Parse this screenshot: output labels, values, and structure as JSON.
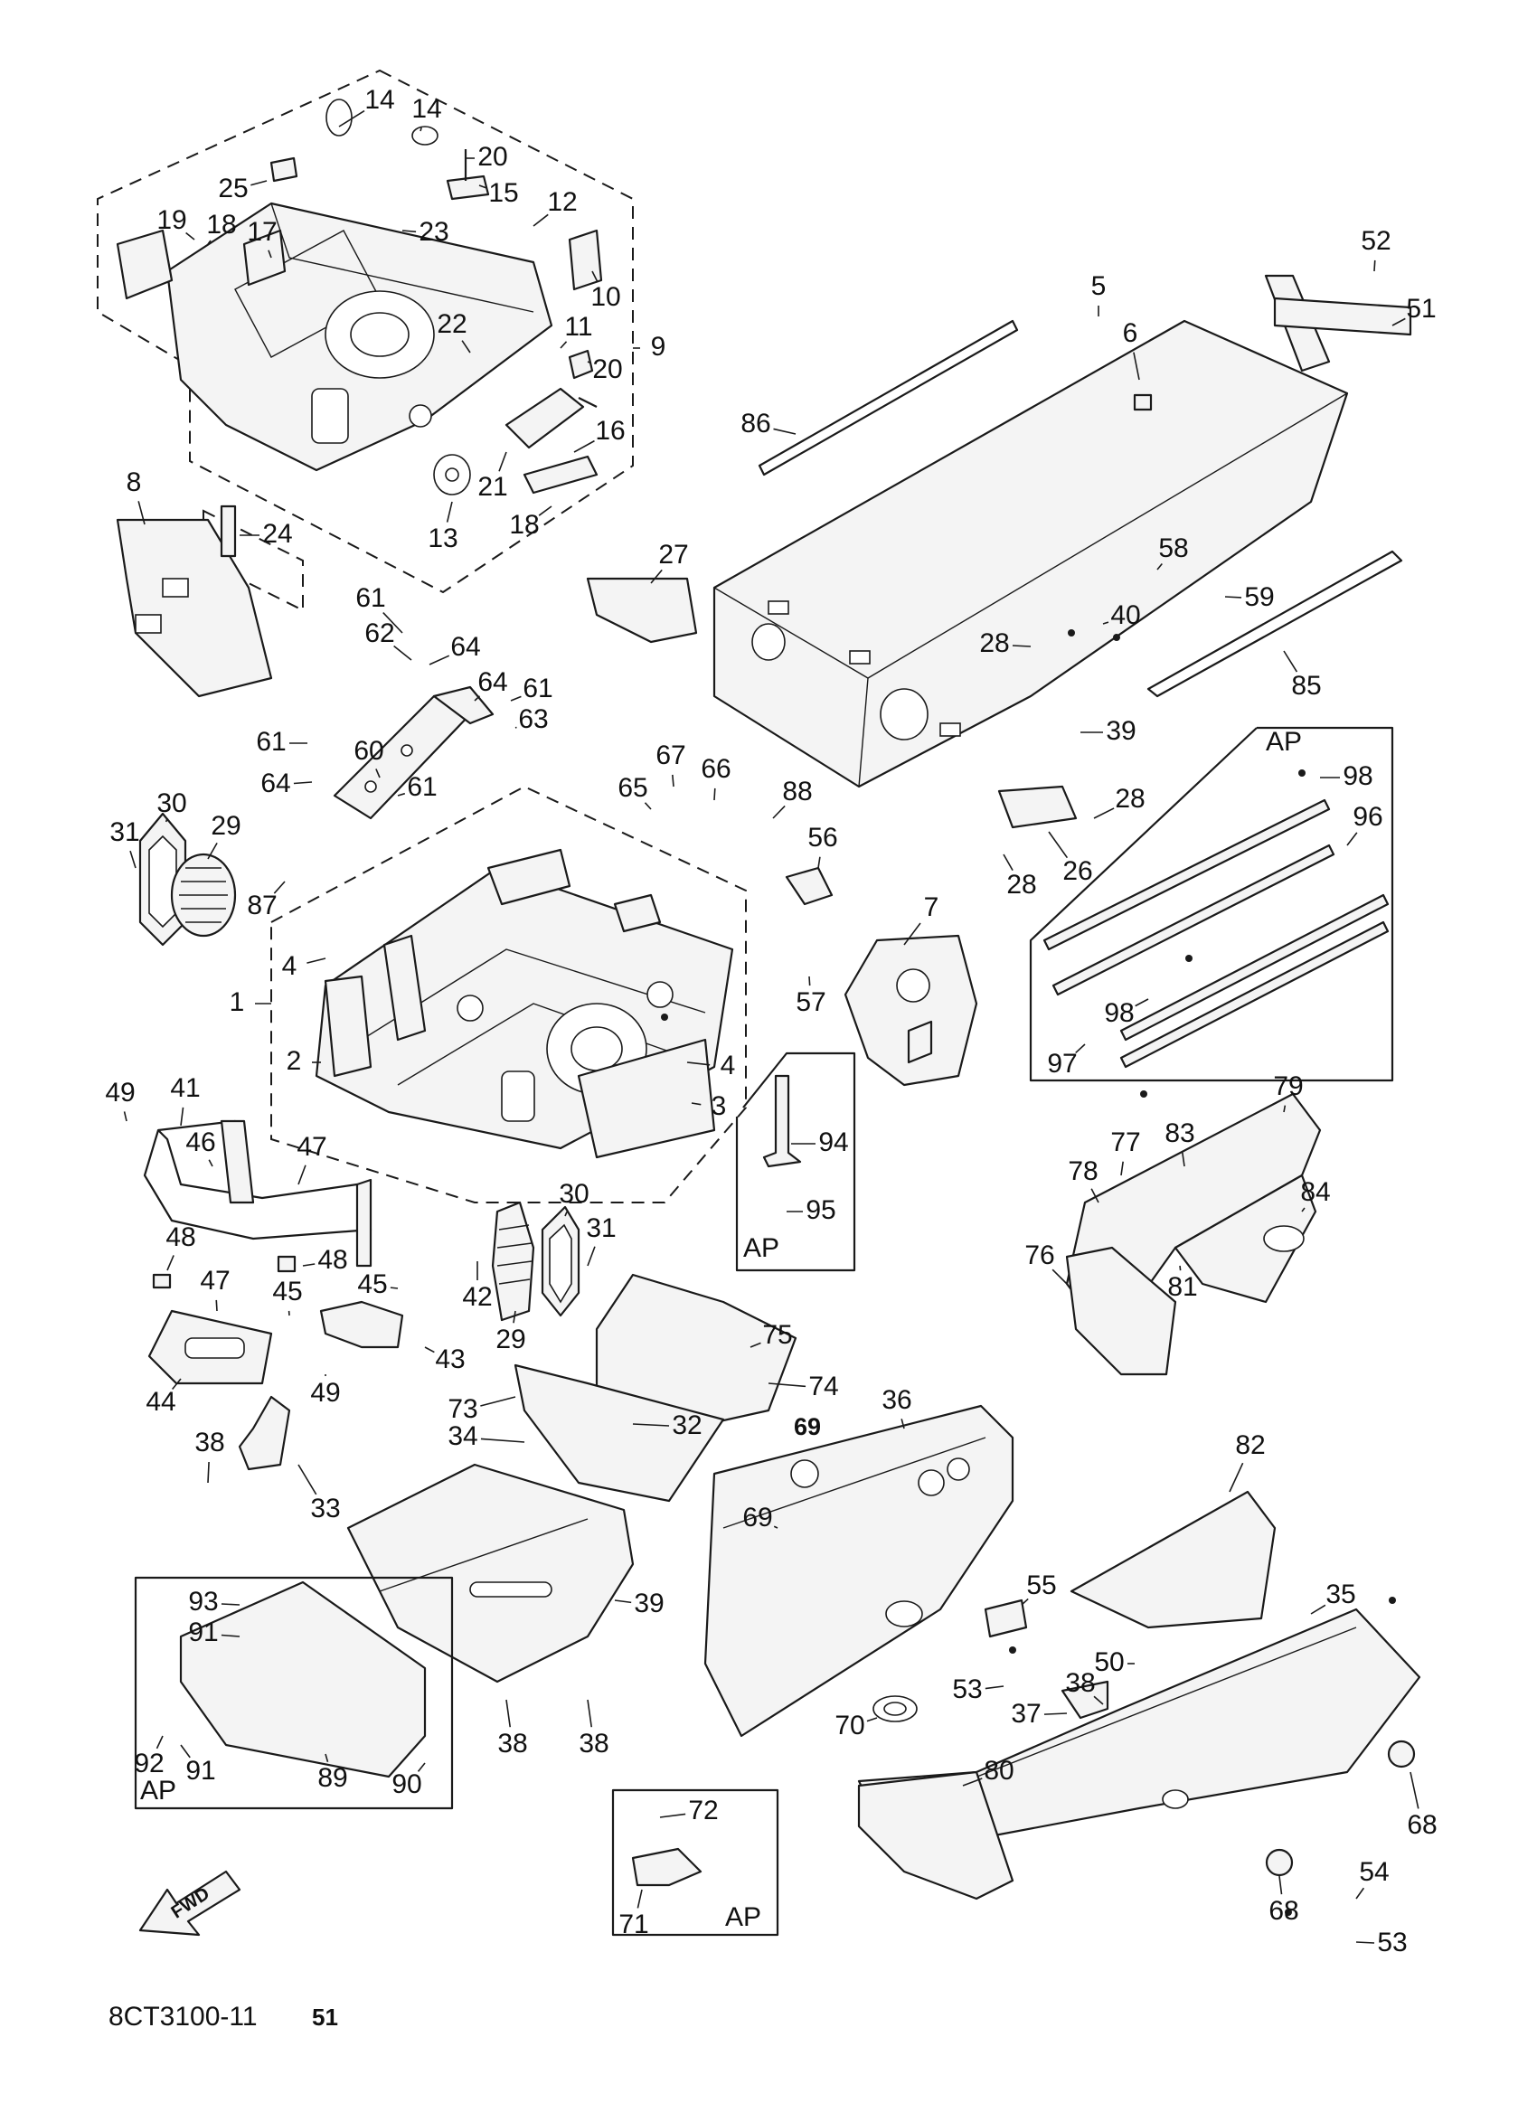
{
  "diagram_code": "8CT3100-11",
  "page_number": "51",
  "fwd_label": "FWD",
  "ap_labels": [
    "AP",
    "AP",
    "AP",
    "AP"
  ],
  "callouts": [
    {
      "id": "c1",
      "text": "1"
    },
    {
      "id": "c2",
      "text": "2"
    },
    {
      "id": "c3",
      "text": "3"
    },
    {
      "id": "c4a",
      "text": "4"
    },
    {
      "id": "c4b",
      "text": "4"
    },
    {
      "id": "c5",
      "text": "5"
    },
    {
      "id": "c6",
      "text": "6"
    },
    {
      "id": "c7",
      "text": "7"
    },
    {
      "id": "c8",
      "text": "8"
    },
    {
      "id": "c9",
      "text": "9"
    },
    {
      "id": "c10",
      "text": "10"
    },
    {
      "id": "c11",
      "text": "11"
    },
    {
      "id": "c12",
      "text": "12"
    },
    {
      "id": "c13",
      "text": "13"
    },
    {
      "id": "c14a",
      "text": "14"
    },
    {
      "id": "c14b",
      "text": "14"
    },
    {
      "id": "c15",
      "text": "15"
    },
    {
      "id": "c16",
      "text": "16"
    },
    {
      "id": "c17",
      "text": "17"
    },
    {
      "id": "c18a",
      "text": "18"
    },
    {
      "id": "c18b",
      "text": "18"
    },
    {
      "id": "c19",
      "text": "19"
    },
    {
      "id": "c20a",
      "text": "20"
    },
    {
      "id": "c20b",
      "text": "20"
    },
    {
      "id": "c21",
      "text": "21"
    },
    {
      "id": "c22",
      "text": "22"
    },
    {
      "id": "c23",
      "text": "23"
    },
    {
      "id": "c24",
      "text": "24"
    },
    {
      "id": "c25",
      "text": "25"
    },
    {
      "id": "c26",
      "text": "26"
    },
    {
      "id": "c27",
      "text": "27"
    },
    {
      "id": "c28a",
      "text": "28"
    },
    {
      "id": "c28b",
      "text": "28"
    },
    {
      "id": "c28c",
      "text": "28"
    },
    {
      "id": "c29a",
      "text": "29"
    },
    {
      "id": "c29b",
      "text": "29"
    },
    {
      "id": "c30a",
      "text": "30"
    },
    {
      "id": "c30b",
      "text": "30"
    },
    {
      "id": "c31a",
      "text": "31"
    },
    {
      "id": "c31b",
      "text": "31"
    },
    {
      "id": "c32",
      "text": "32"
    },
    {
      "id": "c33",
      "text": "33"
    },
    {
      "id": "c34",
      "text": "34"
    },
    {
      "id": "c35",
      "text": "35"
    },
    {
      "id": "c36",
      "text": "36"
    },
    {
      "id": "c37",
      "text": "37"
    },
    {
      "id": "c38a",
      "text": "38"
    },
    {
      "id": "c38b",
      "text": "38"
    },
    {
      "id": "c38c",
      "text": "38"
    },
    {
      "id": "c38d",
      "text": "38"
    },
    {
      "id": "c39a",
      "text": "39"
    },
    {
      "id": "c39b",
      "text": "39"
    },
    {
      "id": "c40",
      "text": "40"
    },
    {
      "id": "c41",
      "text": "41"
    },
    {
      "id": "c42",
      "text": "42"
    },
    {
      "id": "c43",
      "text": "43"
    },
    {
      "id": "c44",
      "text": "44"
    },
    {
      "id": "c45a",
      "text": "45"
    },
    {
      "id": "c45b",
      "text": "45"
    },
    {
      "id": "c46",
      "text": "46"
    },
    {
      "id": "c47a",
      "text": "47"
    },
    {
      "id": "c47b",
      "text": "47"
    },
    {
      "id": "c48a",
      "text": "48"
    },
    {
      "id": "c48b",
      "text": "48"
    },
    {
      "id": "c49a",
      "text": "49"
    },
    {
      "id": "c49b",
      "text": "49"
    },
    {
      "id": "c50",
      "text": "50"
    },
    {
      "id": "c51",
      "text": "51"
    },
    {
      "id": "c52",
      "text": "52"
    },
    {
      "id": "c53a",
      "text": "53"
    },
    {
      "id": "c53b",
      "text": "53"
    },
    {
      "id": "c54",
      "text": "54"
    },
    {
      "id": "c55",
      "text": "55"
    },
    {
      "id": "c56",
      "text": "56"
    },
    {
      "id": "c57",
      "text": "57"
    },
    {
      "id": "c58",
      "text": "58"
    },
    {
      "id": "c59",
      "text": "59"
    },
    {
      "id": "c60",
      "text": "60"
    },
    {
      "id": "c61a",
      "text": "61"
    },
    {
      "id": "c61b",
      "text": "61"
    },
    {
      "id": "c61c",
      "text": "61"
    },
    {
      "id": "c61d",
      "text": "61"
    },
    {
      "id": "c62",
      "text": "62"
    },
    {
      "id": "c63",
      "text": "63"
    },
    {
      "id": "c64a",
      "text": "64"
    },
    {
      "id": "c64b",
      "text": "64"
    },
    {
      "id": "c64c",
      "text": "64"
    },
    {
      "id": "c65",
      "text": "65"
    },
    {
      "id": "c66",
      "text": "66"
    },
    {
      "id": "c67",
      "text": "67"
    },
    {
      "id": "c68a",
      "text": "68"
    },
    {
      "id": "c68b",
      "text": "68"
    },
    {
      "id": "c69a",
      "text": "69"
    },
    {
      "id": "c69b",
      "text": "69"
    },
    {
      "id": "c70",
      "text": "70"
    },
    {
      "id": "c71",
      "text": "71"
    },
    {
      "id": "c72",
      "text": "72"
    },
    {
      "id": "c73",
      "text": "73"
    },
    {
      "id": "c74",
      "text": "74"
    },
    {
      "id": "c75",
      "text": "75"
    },
    {
      "id": "c76",
      "text": "76"
    },
    {
      "id": "c77",
      "text": "77"
    },
    {
      "id": "c78",
      "text": "78"
    },
    {
      "id": "c79",
      "text": "79"
    },
    {
      "id": "c80",
      "text": "80"
    },
    {
      "id": "c81",
      "text": "81"
    },
    {
      "id": "c82",
      "text": "82"
    },
    {
      "id": "c83",
      "text": "83"
    },
    {
      "id": "c84",
      "text": "84"
    },
    {
      "id": "c85",
      "text": "85"
    },
    {
      "id": "c86",
      "text": "86"
    },
    {
      "id": "c87",
      "text": "87"
    },
    {
      "id": "c88",
      "text": "88"
    },
    {
      "id": "c89",
      "text": "89"
    },
    {
      "id": "c90",
      "text": "90"
    },
    {
      "id": "c91a",
      "text": "91"
    },
    {
      "id": "c91b",
      "text": "91"
    },
    {
      "id": "c92",
      "text": "92"
    },
    {
      "id": "c93",
      "text": "93"
    },
    {
      "id": "c94",
      "text": "94"
    },
    {
      "id": "c95",
      "text": "95"
    },
    {
      "id": "c96",
      "text": "96"
    },
    {
      "id": "c97",
      "text": "97"
    },
    {
      "id": "c98a",
      "text": "98"
    },
    {
      "id": "c98b",
      "text": "98"
    }
  ]
}
